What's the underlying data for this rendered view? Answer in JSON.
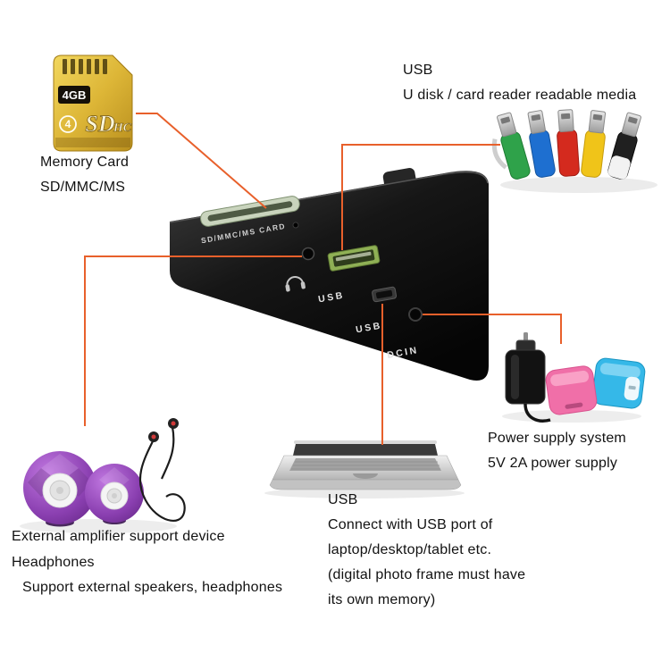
{
  "accent": "#e8602b",
  "memory_card": {
    "title": "Memory Card",
    "subtitle": "SD/MMC/MS",
    "card_capacity": "4GB",
    "card_logo_sd": "SD",
    "card_logo_hc": "HC",
    "card_class": "4"
  },
  "usb_media": {
    "title": "USB",
    "subtitle": "U disk / card reader readable media"
  },
  "power": {
    "line1": "Power supply system",
    "line2": "5V 2A power supply"
  },
  "laptop": {
    "title": "USB",
    "lines": [
      "Connect with USB port of",
      "laptop/desktop/tablet etc.",
      "(digital photo frame must have",
      "its own memory)"
    ]
  },
  "audio": {
    "lines": [
      "External amplifier support device",
      "Headphones",
      "Support external speakers, headphones"
    ]
  },
  "frame": {
    "card_slot_label": "SD/MMC/MS CARD",
    "usb_port_label": "USB",
    "mini_usb_label": "USB",
    "dcin_label": "DCIN"
  }
}
